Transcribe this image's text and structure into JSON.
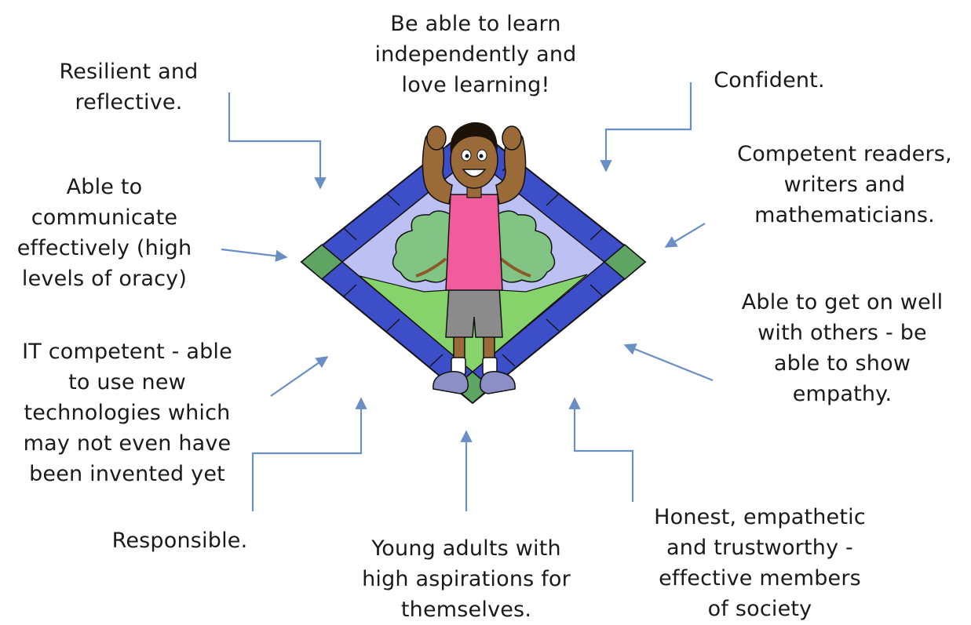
{
  "labels": {
    "learn": [
      "Be able to learn",
      "independently and",
      "love learning!"
    ],
    "resilient": [
      "Resilient and",
      "reflective."
    ],
    "confident": [
      "Confident."
    ],
    "competent": [
      "Competent readers,",
      "writers and",
      "mathematicians."
    ],
    "communicate": [
      "Able to",
      "communicate",
      "effectively (high",
      "levels of oracy)"
    ],
    "get_on": [
      "Able to get on well",
      "with others - be",
      "able to show",
      "empathy."
    ],
    "it": [
      "IT competent - able",
      "to use new",
      "technologies which",
      "may not even have",
      "been invented yet"
    ],
    "responsible": [
      "Responsible."
    ],
    "young": [
      "Young adults with",
      "high aspirations for",
      "themselves."
    ],
    "honest": [
      "Honest, empathetic",
      "and trustworthy -",
      "effective members",
      "of society"
    ]
  },
  "colors": {
    "arrow": "#6a8fc4",
    "diamond_border": "#3d4ec9",
    "diamond_green": "#5ea564",
    "diamond_inner": "#bcc0f2",
    "grass": "#86d36b",
    "shirt": "#f15d9c",
    "shorts": "#8b8b8b",
    "skin": "#9a6a38",
    "tree": "#82c483"
  },
  "icon": "boy-flexing-muscles-on-diamond-icon"
}
